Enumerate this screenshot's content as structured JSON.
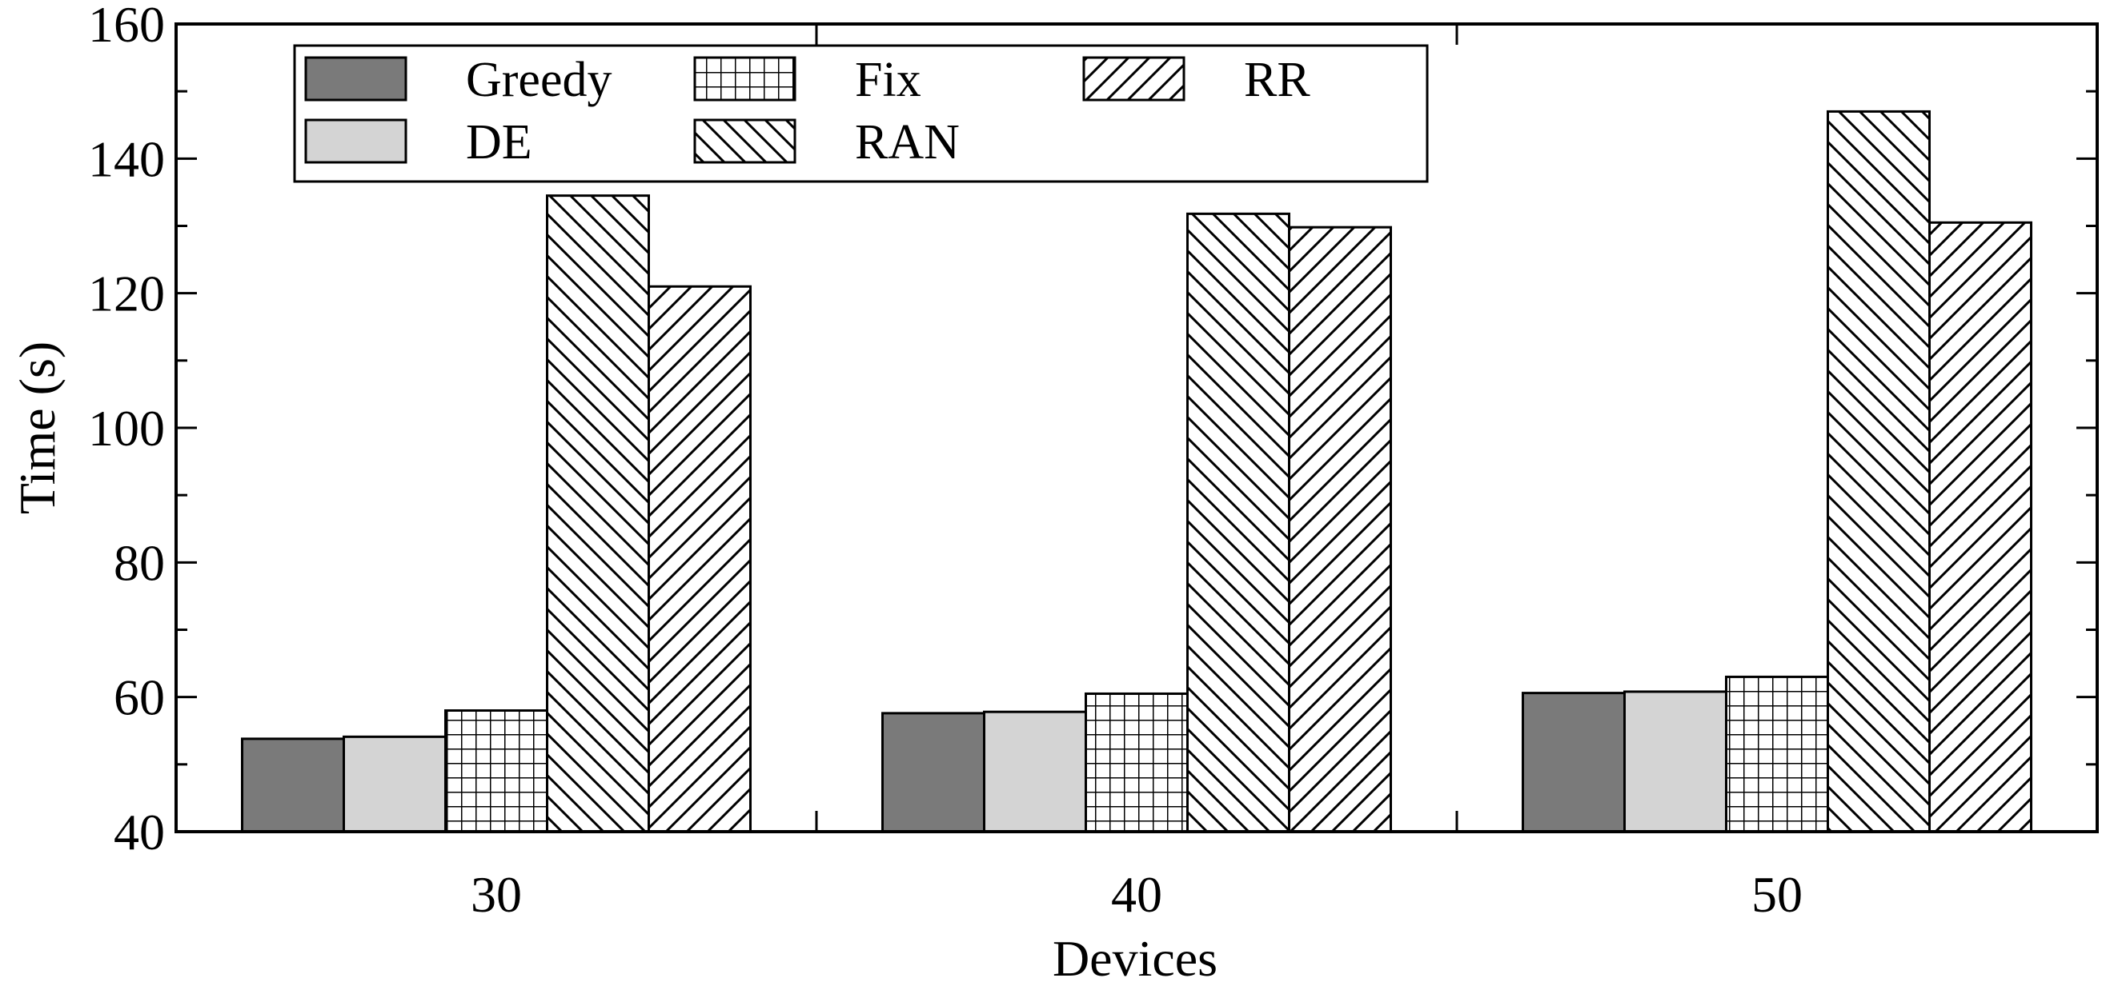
{
  "chart_data": {
    "type": "bar",
    "title": "",
    "xlabel": "Devices",
    "ylabel": "Time (s)",
    "categories": [
      "30",
      "40",
      "50"
    ],
    "ylim": [
      40,
      160
    ],
    "yticks": [
      40,
      60,
      80,
      100,
      120,
      140,
      160
    ],
    "grid": false,
    "legend_placement": "top-left",
    "series": [
      {
        "name": "Greedy",
        "values": [
          53.8,
          57.6,
          60.6
        ],
        "fill": "#7a7a7a",
        "pattern": "solid"
      },
      {
        "name": "DE",
        "values": [
          54.1,
          57.8,
          60.8
        ],
        "fill": "#d4d4d4",
        "pattern": "solid"
      },
      {
        "name": "Fix",
        "values": [
          58.0,
          60.5,
          63.0
        ],
        "fill": "#ffffff",
        "pattern": "grid"
      },
      {
        "name": "RAN",
        "values": [
          134.5,
          131.8,
          147.0
        ],
        "fill": "#ffffff",
        "pattern": "backslash"
      },
      {
        "name": "RR",
        "values": [
          121.0,
          129.8,
          130.5
        ],
        "fill": "#ffffff",
        "pattern": "slash"
      }
    ]
  }
}
